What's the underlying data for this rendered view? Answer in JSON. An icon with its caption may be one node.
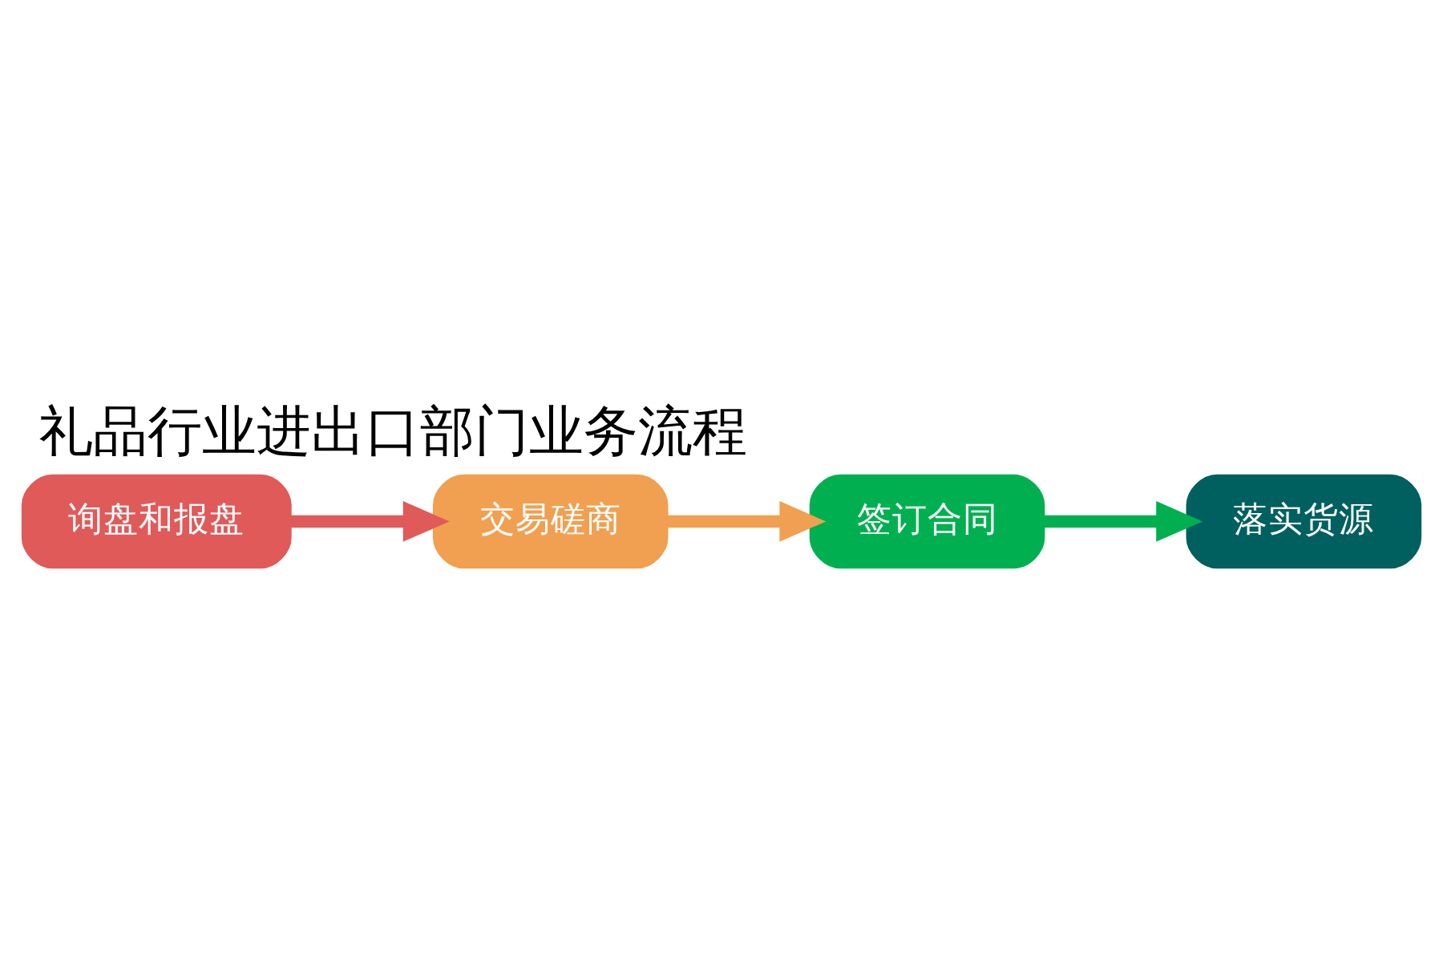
{
  "diagram": {
    "title": "礼品行业进出口部门业务流程",
    "nodes": [
      {
        "text": [
          "询盘和报盘"
        ]
      },
      {
        "text": [
          "交易磋商"
        ]
      },
      {
        "text": [
          "签订合同"
        ]
      },
      {
        "text": [
          "落实货源"
        ]
      }
    ],
    "edges": [
      {
        "from": 0,
        "to": 1,
        "arrow": "to",
        "color": "#e05a5a"
      },
      {
        "from": 1,
        "to": 2,
        "arrow": "to",
        "color": "#f0a050"
      },
      {
        "from": 2,
        "to": 3,
        "arrow": "to",
        "color": "#00b050"
      }
    ]
  }
}
